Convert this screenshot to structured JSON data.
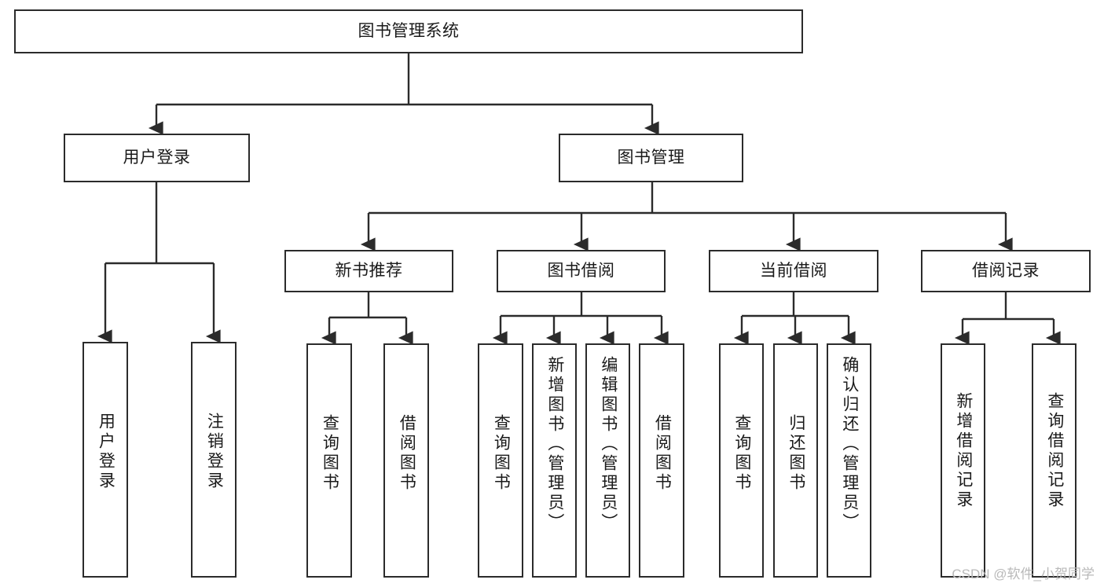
{
  "diagram": {
    "type": "tree",
    "title": "图书管理系统",
    "colors": {
      "box_border": "#2b2b2b",
      "box_fill": "#ffffff",
      "connector": "#2b2b2b",
      "text": "#1a1a1a",
      "watermark": "#b9b9b9"
    },
    "nodes": {
      "root": {
        "label": "图书管理系统"
      },
      "level2": [
        {
          "id": "user-login",
          "label": "用户登录"
        },
        {
          "id": "book-manage",
          "label": "图书管理"
        }
      ],
      "level3": [
        {
          "id": "new-book-rec",
          "label": "新书推荐"
        },
        {
          "id": "book-borrow",
          "label": "图书借阅"
        },
        {
          "id": "current-borrow",
          "label": "当前借阅"
        },
        {
          "id": "borrow-record",
          "label": "借阅记录"
        }
      ],
      "leaves": {
        "user-login": [
          {
            "id": "leaf-user-login",
            "label": "用户登录"
          },
          {
            "id": "leaf-user-logout",
            "label": "注销登录"
          }
        ],
        "new-book-rec": [
          {
            "id": "leaf-query-book-1",
            "label": "查询图书"
          },
          {
            "id": "leaf-borrow-book-1",
            "label": "借阅图书"
          }
        ],
        "book-borrow": [
          {
            "id": "leaf-query-book-2",
            "label": "查询图书"
          },
          {
            "id": "leaf-add-book",
            "label": "新增图书（管理员）"
          },
          {
            "id": "leaf-edit-book",
            "label": "编辑图书（管理员）"
          },
          {
            "id": "leaf-borrow-book-2",
            "label": "借阅图书"
          }
        ],
        "current-borrow": [
          {
            "id": "leaf-query-book-3",
            "label": "查询图书"
          },
          {
            "id": "leaf-return-book",
            "label": "归还图书"
          },
          {
            "id": "leaf-confirm-return",
            "label": "确认归还（管理员）"
          }
        ],
        "borrow-record": [
          {
            "id": "leaf-add-record",
            "label": "新增借阅记录"
          },
          {
            "id": "leaf-query-record",
            "label": "查询借阅记录"
          }
        ]
      }
    }
  },
  "watermark": {
    "text": "CSDN @软件_小贺同学"
  }
}
